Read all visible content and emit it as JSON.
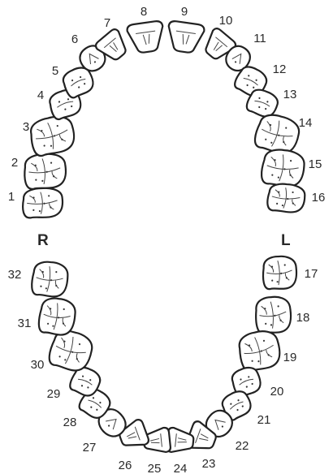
{
  "side_labels": {
    "right": "R",
    "left": "L"
  },
  "teeth": [
    {
      "n": "1",
      "kind": "molar"
    },
    {
      "n": "2",
      "kind": "molar"
    },
    {
      "n": "3",
      "kind": "molar"
    },
    {
      "n": "4",
      "kind": "premolar"
    },
    {
      "n": "5",
      "kind": "premolar"
    },
    {
      "n": "6",
      "kind": "canine"
    },
    {
      "n": "7",
      "kind": "incisor"
    },
    {
      "n": "8",
      "kind": "incisor"
    },
    {
      "n": "9",
      "kind": "incisor"
    },
    {
      "n": "10",
      "kind": "incisor"
    },
    {
      "n": "11",
      "kind": "canine"
    },
    {
      "n": "12",
      "kind": "premolar"
    },
    {
      "n": "13",
      "kind": "premolar"
    },
    {
      "n": "14",
      "kind": "molar"
    },
    {
      "n": "15",
      "kind": "molar"
    },
    {
      "n": "16",
      "kind": "molar"
    },
    {
      "n": "17",
      "kind": "molar"
    },
    {
      "n": "18",
      "kind": "molar"
    },
    {
      "n": "19",
      "kind": "molar"
    },
    {
      "n": "20",
      "kind": "premolar"
    },
    {
      "n": "21",
      "kind": "premolar"
    },
    {
      "n": "22",
      "kind": "canine"
    },
    {
      "n": "23",
      "kind": "incisor"
    },
    {
      "n": "24",
      "kind": "incisor"
    },
    {
      "n": "25",
      "kind": "incisor"
    },
    {
      "n": "26",
      "kind": "incisor"
    },
    {
      "n": "27",
      "kind": "canine"
    },
    {
      "n": "28",
      "kind": "premolar"
    },
    {
      "n": "29",
      "kind": "premolar"
    },
    {
      "n": "30",
      "kind": "molar"
    },
    {
      "n": "31",
      "kind": "molar"
    },
    {
      "n": "32",
      "kind": "molar"
    }
  ]
}
